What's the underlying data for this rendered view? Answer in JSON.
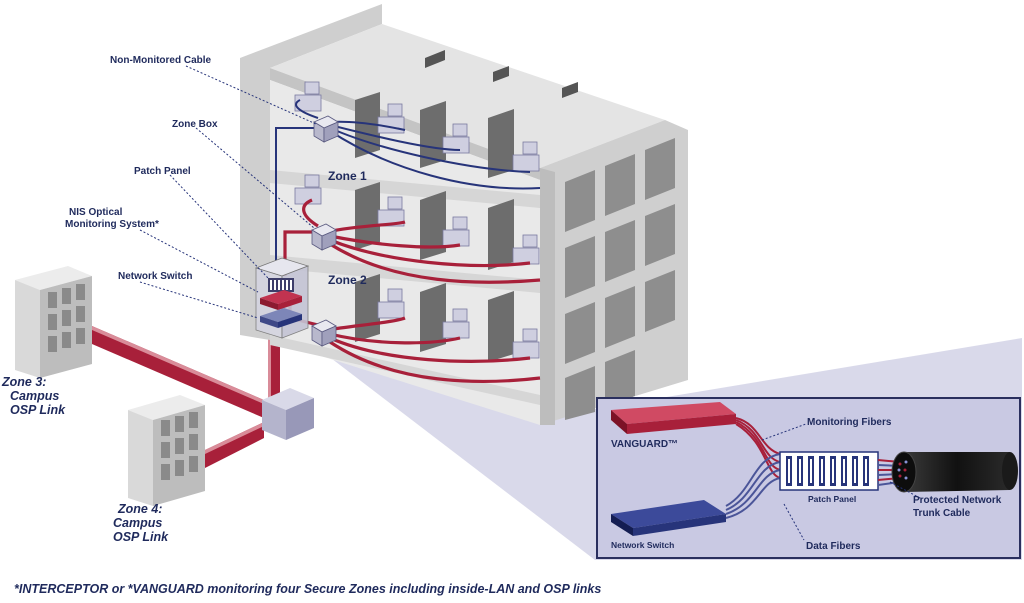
{
  "labels": {
    "non_monitored_cable": "Non-Monitored Cable",
    "zone_box": "Zone Box",
    "patch_panel": "Patch Panel",
    "nis_line1": "NIS Optical",
    "nis_line2": "Monitoring System*",
    "network_switch": "Network Switch",
    "zone1": "Zone 1",
    "zone2": "Zone 2",
    "zone3_line1": "Zone 3:",
    "zone3_line2": "Campus",
    "zone3_line3": "OSP Link",
    "zone4_line1": "Zone 4:",
    "zone4_line2": "Campus",
    "zone4_line3": "OSP Link"
  },
  "inset": {
    "vanguard": "VANGUARD™",
    "monitoring_fibers": "Monitoring Fibers",
    "patch_panel": "Patch Panel",
    "protected_line1": "Protected Network",
    "protected_line2": "Trunk Cable",
    "network_switch": "Network Switch",
    "data_fibers": "Data Fibers"
  },
  "footer": "*INTERCEPTOR or *VANGUARD monitoring four Secure Zones including inside-LAN and OSP links",
  "colors": {
    "monitored_cable": "#a8203a",
    "unmonitored_cable": "#27347a",
    "label_text": "#1f2a5c",
    "building_wall": "#d3d3d3",
    "inset_bg": "#c9c9e3"
  }
}
